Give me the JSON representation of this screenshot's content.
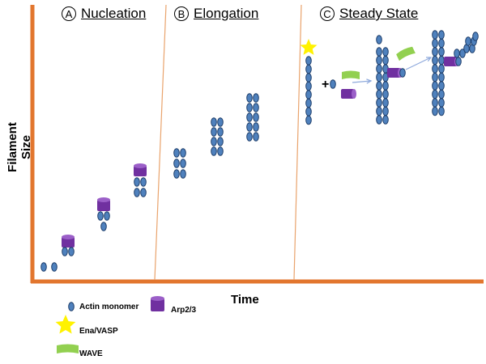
{
  "axes": {
    "y_label": "Filament Size",
    "x_label": "Time"
  },
  "phases": [
    {
      "letter": "A",
      "title": "Nucleation"
    },
    {
      "letter": "B",
      "title": "Elongation"
    },
    {
      "letter": "C",
      "title": "Steady State"
    }
  ],
  "legend": {
    "actin": "Actin monomer",
    "arp": "Arp2/3",
    "ena": "Ena/VASP",
    "wave": "WAVE"
  },
  "plus_sign": "+",
  "colors": {
    "axis": "#E2762E",
    "divider": "#E9A36C",
    "actin_fill": "#4F81BD",
    "actin_stroke": "#1F3F6B",
    "arp_fill": "#7030A0",
    "arp_light": "#9B5FC8",
    "ena": "#FFF200",
    "wave": "#92D050",
    "arrow": "#8FAADC"
  }
}
